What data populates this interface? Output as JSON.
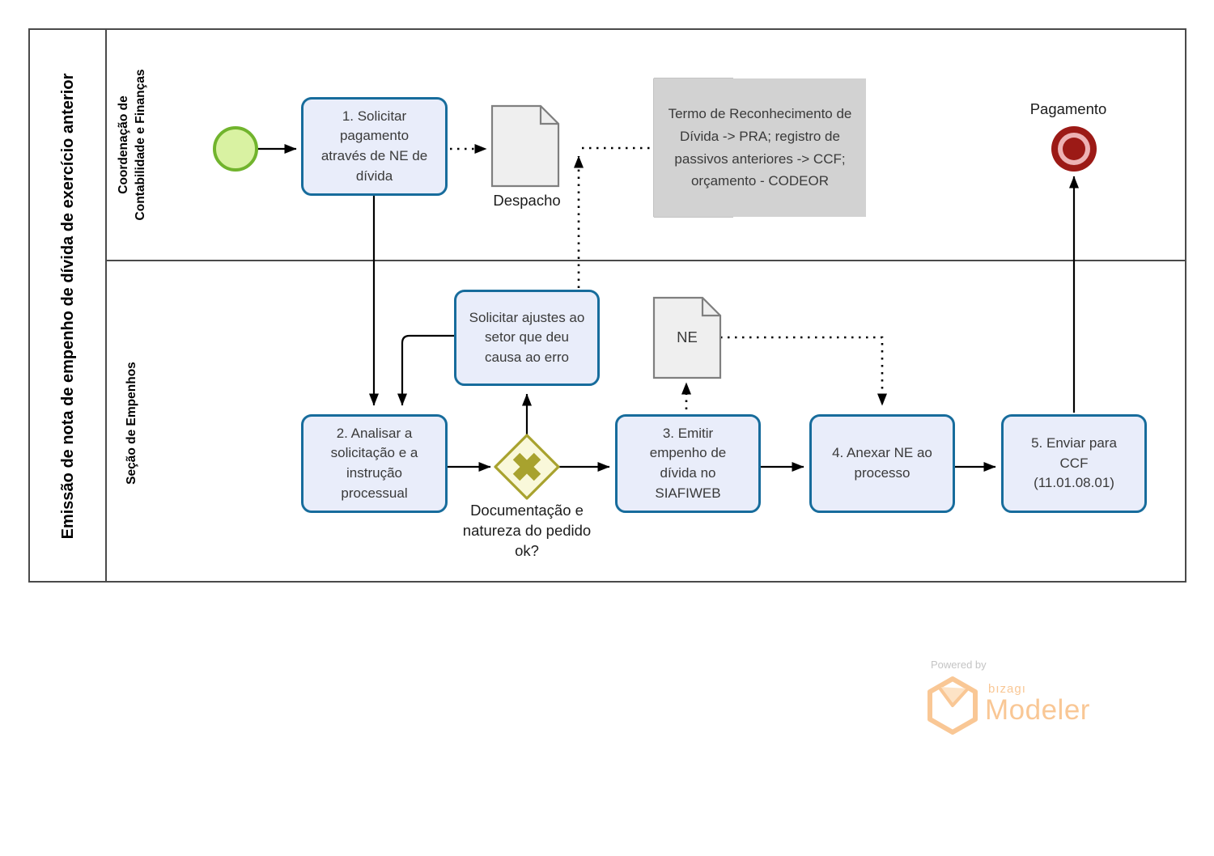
{
  "pool": {
    "title": "Emissão de nota de empenho de dívida de exercício anterior",
    "lanes": [
      {
        "label": "Coordenação de Contabilidade e Finanças"
      },
      {
        "label": "Seção de Empenhos"
      }
    ]
  },
  "nodes": {
    "task_solicitar_pagamento": {
      "label": "1. Solicitar pagamento através de NE de dívida"
    },
    "document_despacho": {
      "label": "Despacho"
    },
    "annotation_termo": {
      "text": "Termo de Reconhecimento de Dívida -> PRA; registro de passivos anteriores -> CCF; orçamento - CODEOR"
    },
    "end_event": {
      "label": "Pagamento"
    },
    "task_solicitar_ajustes": {
      "label": "Solicitar ajustes ao setor que deu causa ao erro"
    },
    "document_ne": {
      "label": "NE"
    },
    "task_analisar": {
      "label": "2. Analisar a solicitação e a instrução processual"
    },
    "gateway_documentacao": {
      "label": "Documentação e natureza do pedido ok?"
    },
    "task_emitir_empenho": {
      "label": "3. Emitir empenho de dívida no SIAFIWEB"
    },
    "task_anexar_ne": {
      "label": "4. Anexar NE ao processo"
    },
    "task_enviar_ccf": {
      "label": "5. Enviar para CCF (11.01.08.01)"
    }
  },
  "icons": {
    "message_icon": "envelope",
    "user_icon": "person",
    "hexagon_icon": "bizagi-hexagon"
  },
  "colors": {
    "task_fill": "#e9edfa",
    "task_border": "#176c9c",
    "start_fill": "#d9f2a2",
    "start_border": "#71b42d",
    "end_red": "#9c1a16",
    "end_pink": "#edb2b4",
    "gateway_fill": "#f9f8da",
    "gateway_border": "#a8a22e",
    "document_fill": "#efefef",
    "document_border": "#7f7f7f",
    "annotation_fill": "#d2d2d2",
    "pool_border": "#4a4a4a",
    "brand_orange": "#f9c795"
  },
  "branding": {
    "powered_by": "Powered by",
    "brand": "bızagı",
    "product": "Modeler"
  }
}
